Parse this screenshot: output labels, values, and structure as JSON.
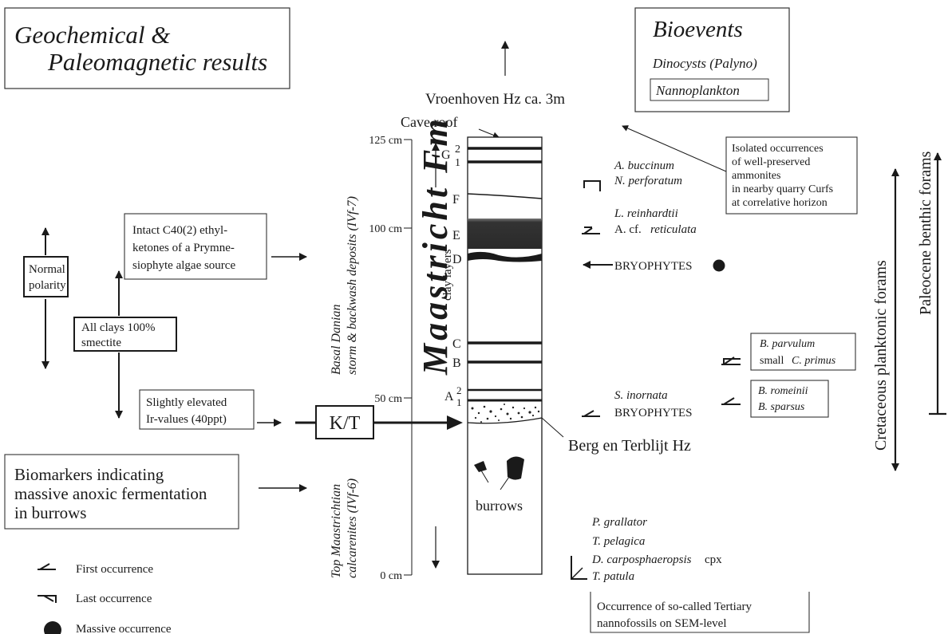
{
  "panels": {
    "geochem_title_line1": "Geochemical &",
    "geochem_title_line2": "Paleomagnetic results",
    "bioevents_title": "Bioevents",
    "bioevents_dinocysts": "Dinocysts (Palyno)",
    "bioevents_nanno": "Nannoplankton"
  },
  "top": {
    "vroenhoven": "Vroenhoven Hz ca. 3m",
    "cave_roof": "Cave roof"
  },
  "depth_scale": {
    "tick_125": "125 cm",
    "tick_100": "100 cm",
    "tick_50": "50 cm",
    "tick_0": "0 cm"
  },
  "formation": {
    "name": "Maastricht Fm",
    "upper_unit_line1": "Basal Danian",
    "upper_unit_line2": "storm & backwash deposits (IVf-7)",
    "lower_unit_line1": "Top Maastrichtian",
    "lower_unit_line2": "calcarenites (IVf-6)",
    "clay_layers": "clay layers"
  },
  "layers": {
    "G": "G",
    "G2": "2",
    "G1": "1",
    "F": "F",
    "E": "E",
    "D": "D",
    "C": "C",
    "B": "B",
    "A": "A",
    "A2": "2",
    "A1": "1"
  },
  "column": {
    "burrows": "burrows",
    "berg_en_terblijt": "Berg en Terblijt Hz",
    "kt": "K/T"
  },
  "left_boxes": {
    "ethylketones": [
      "Intact C40(2) ethyl-",
      "ketones of a Prymne-",
      "siophyte algae source"
    ],
    "normal_polarity": [
      "Normal",
      "polarity"
    ],
    "clays": [
      "All clays 100%",
      "smectite"
    ],
    "iridium": [
      "Slightly elevated",
      "Ir-values (40ppt)"
    ],
    "biomarkers": [
      "Biomarkers indicating",
      "massive anoxic fermentation",
      "in burrows"
    ]
  },
  "bio_right": {
    "ammonites": [
      "Isolated occurrences",
      "of well-preserved",
      "ammonites",
      "in nearby quarry Curfs",
      "at correlative horizon"
    ],
    "a_buccinum": "A. buccinum",
    "n_perforatum": "N. perforatum",
    "l_reinhardtii": "L. reinhardtii",
    "a_reticulata_prefix": "A. cf.",
    "a_reticulata_name": "reticulata",
    "bryophytes_upper": "BRYOPHYTES",
    "b_parvulum": "B. parvulum",
    "c_primus_prefix": "small",
    "c_primus_name": "C. primus",
    "s_inornata": "S. inornata",
    "bryophytes_lower": "BRYOPHYTES",
    "b_romeinii": "B. romeinii",
    "b_sparsus": "B. sparsus",
    "p_grallator": "P. grallator",
    "t_pelagica": "T. pelagica",
    "d_carpo_name": "D. carposphaeropsis",
    "d_carpo_suffix": "cpx",
    "t_patula": "T. patula",
    "tertiary_nanno": [
      "Occurrence of so-called Tertiary",
      "nannofossils on SEM-level"
    ]
  },
  "ranges": {
    "cretaceous_forams": "Cretaceous planktonic forams",
    "paleocene_forams": "Paleocene benthic forams"
  },
  "legend": {
    "first": "First occurrence",
    "last": "Last occurrence",
    "massive": "Massive occurrence"
  }
}
